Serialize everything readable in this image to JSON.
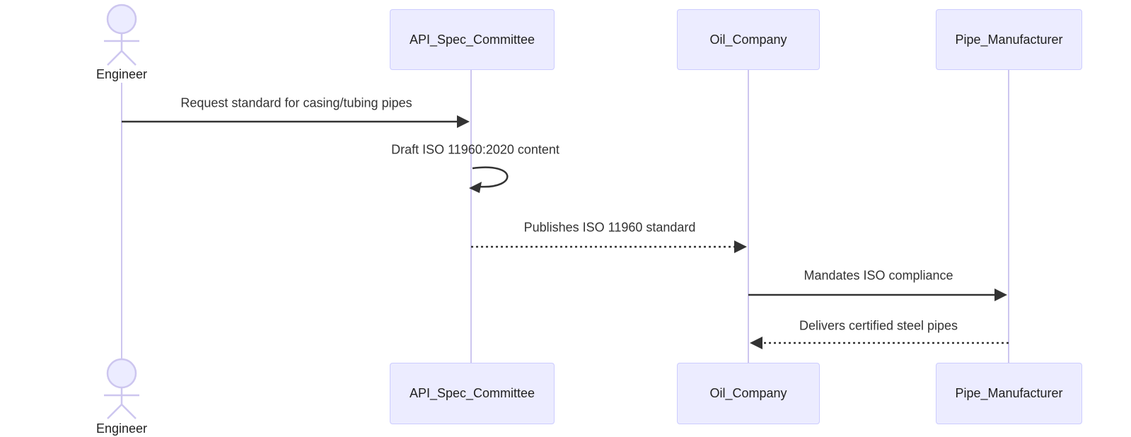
{
  "diagram": {
    "kind": "sequence-diagram",
    "actors": [
      {
        "id": "engineer",
        "label": "Engineer",
        "type": "actor"
      },
      {
        "id": "api-spec-committee",
        "label": "API_Spec_Committee",
        "type": "participant"
      },
      {
        "id": "oil-company",
        "label": "Oil_Company",
        "type": "participant"
      },
      {
        "id": "pipe-manufacturer",
        "label": "Pipe_Manufacturer",
        "type": "participant"
      }
    ],
    "messages": [
      {
        "from": "Engineer",
        "to": "API_Spec_Committee",
        "text": "Request standard for casing/tubing pipes",
        "line": "solid"
      },
      {
        "from": "API_Spec_Committee",
        "to": "API_Spec_Committee",
        "text": "Draft ISO 11960:2020 content",
        "line": "self"
      },
      {
        "from": "API_Spec_Committee",
        "to": "Oil_Company",
        "text": "Publishes ISO 11960 standard",
        "line": "dashed"
      },
      {
        "from": "Oil_Company",
        "to": "Pipe_Manufacturer",
        "text": "Mandates ISO compliance",
        "line": "solid"
      },
      {
        "from": "Pipe_Manufacturer",
        "to": "Oil_Company",
        "text": "Delivers certified steel pipes",
        "line": "dashed"
      }
    ],
    "colors": {
      "participant_fill": "#ECECFF",
      "participant_border": "#CCCCFF",
      "lifeline": "#CDC6EF",
      "message_line": "#333333",
      "message_text": "#333333",
      "label_text": "#1f1f1f"
    }
  }
}
